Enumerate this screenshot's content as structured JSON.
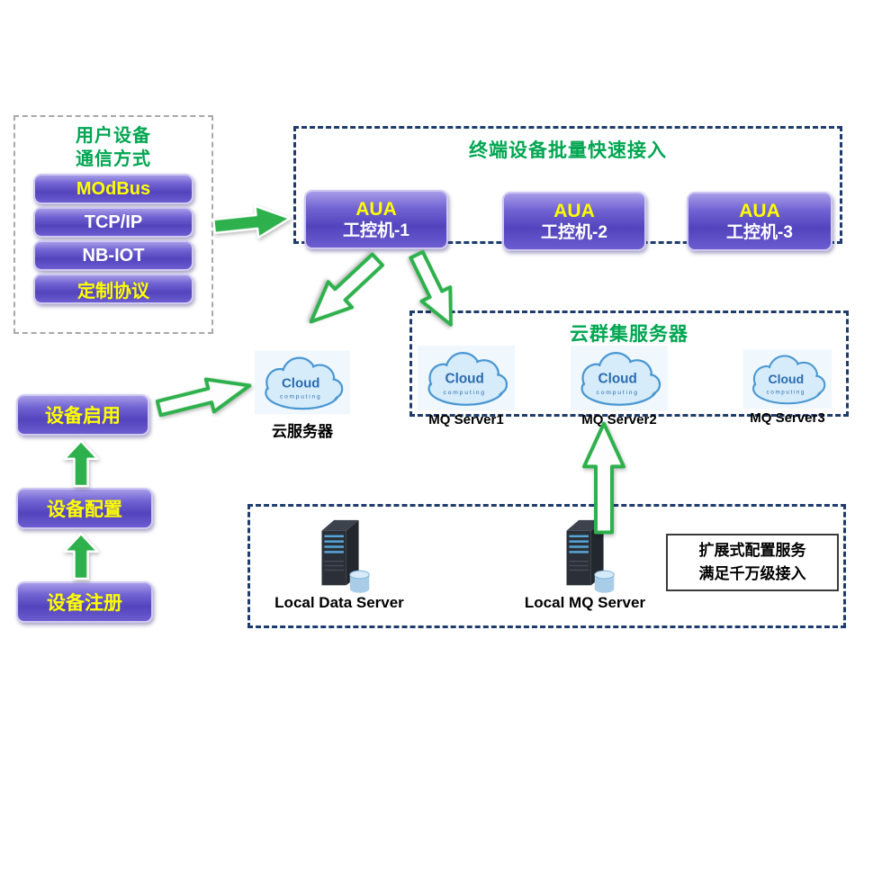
{
  "comm_box": {
    "title_line1": "用户设备",
    "title_line2": "通信方式",
    "items": [
      {
        "label": "MOdBus"
      },
      {
        "label": "TCP/IP"
      },
      {
        "label": "NB-IOT"
      },
      {
        "label": "定制协议"
      }
    ]
  },
  "terminal_box": {
    "title": "终端设备批量快速接入",
    "nodes": [
      {
        "line1": "AUA",
        "line2": "工控机-1"
      },
      {
        "line1": "AUA",
        "line2": "工控机-2"
      },
      {
        "line1": "AUA",
        "line2": "工控机-3"
      }
    ]
  },
  "cloud": {
    "word": "Cloud",
    "sub": "computing"
  },
  "cloud_server": {
    "label": "云服务器"
  },
  "cluster_box": {
    "title": "云群集服务器",
    "servers": [
      {
        "label": "MQ Server1"
      },
      {
        "label": "MQ Server2"
      },
      {
        "label": "MQ Server3"
      }
    ]
  },
  "flow": {
    "enable": "设备启用",
    "config": "设备配置",
    "register": "设备注册"
  },
  "local_box": {
    "data_server": "Local Data Server",
    "mq_server": "Local MQ Server",
    "note_line1": "扩展式配置服务",
    "note_line2": "满足千万级接入"
  },
  "colors": {
    "node_purple": "#6a5bd0",
    "title_green": "#00a651",
    "arrow_green": "#2eb14c",
    "dashed_navy": "#1e3b6e",
    "text_yellow": "#ffff00",
    "text_white": "#ffffff",
    "cloud_blue": "#d6ecfa"
  }
}
